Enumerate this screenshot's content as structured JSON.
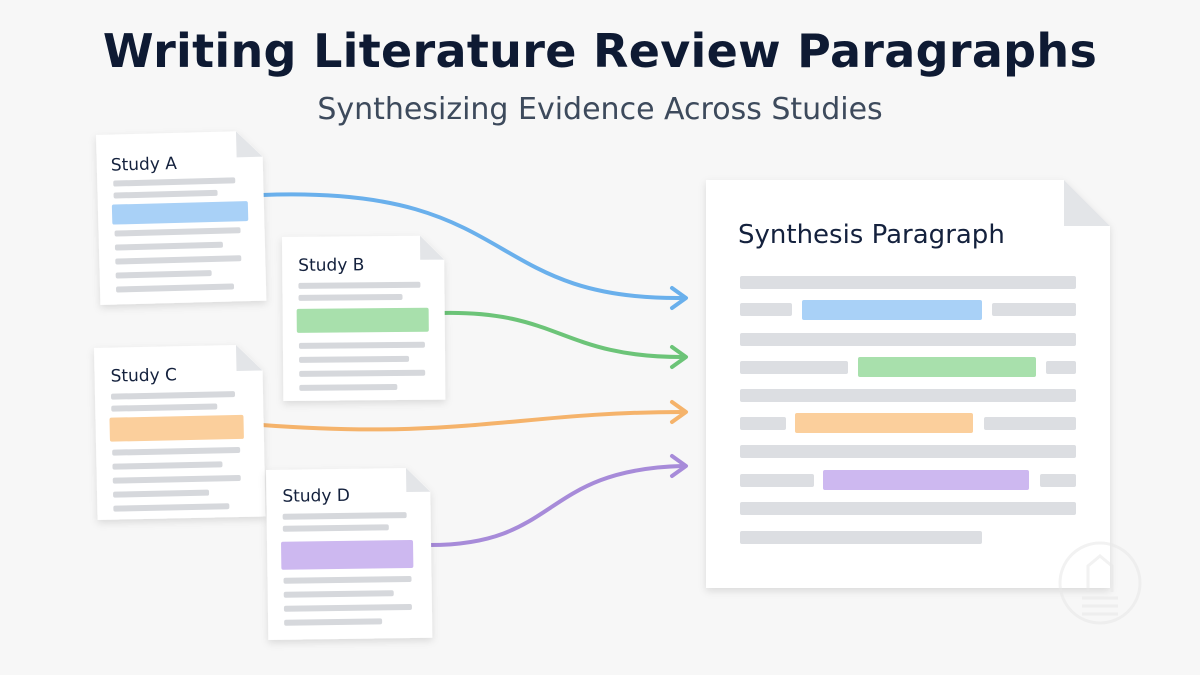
{
  "header": {
    "title": "Writing Literature Review Paragraphs",
    "subtitle": "Synthesizing Evidence Across Studies"
  },
  "studies": [
    {
      "key": "a",
      "label": "Study A",
      "color": "#6ab0ec",
      "highlight": "#a9d1f7"
    },
    {
      "key": "b",
      "label": "Study B",
      "color": "#6cc478",
      "highlight": "#a8e0ac"
    },
    {
      "key": "c",
      "label": "Study C",
      "color": "#f5b36b",
      "highlight": "#fbcf9c"
    },
    {
      "key": "d",
      "label": "Study D",
      "color": "#a78bd9",
      "highlight": "#cdb8f0"
    }
  ],
  "synthesis": {
    "title": "Synthesis Paragraph"
  }
}
